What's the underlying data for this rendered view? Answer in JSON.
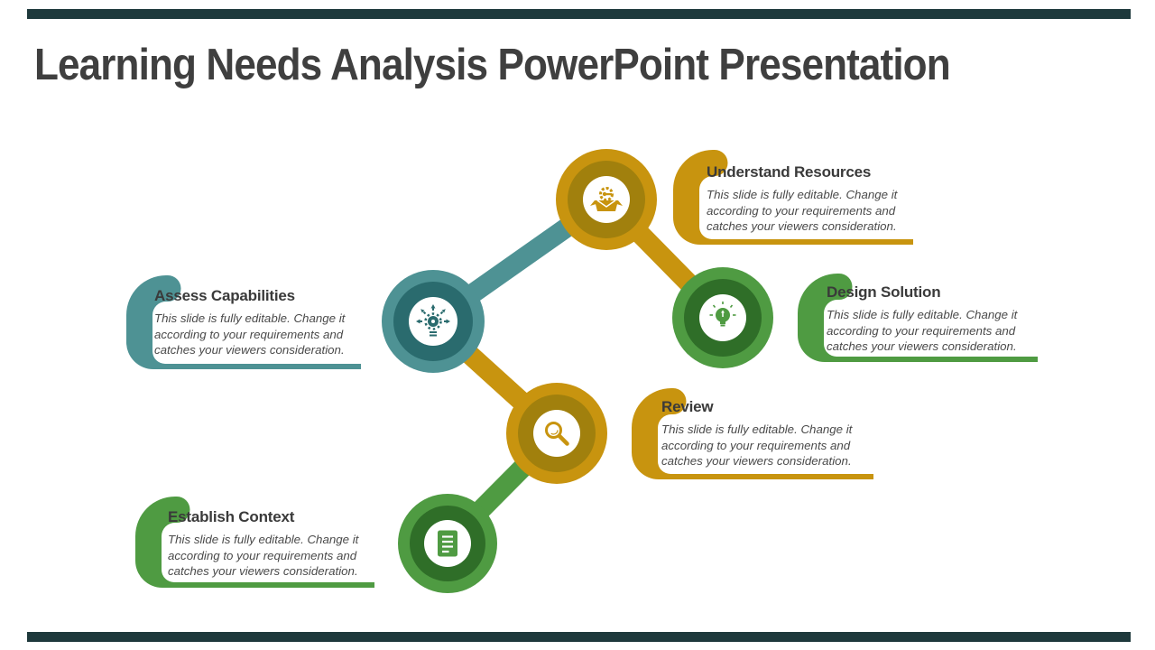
{
  "slide": {
    "title": "Learning Needs Analysis PowerPoint Presentation"
  },
  "colors": {
    "gold": "#C8940F",
    "gold_dark": "#A1800D",
    "teal": "#4E9294",
    "teal_dark": "#2A6B6E",
    "green": "#4F9B42",
    "green_dark": "#2F6E28",
    "accent_bar": "#1E393C",
    "title_text": "#3F3F3F",
    "heading_text": "#3A3A3A",
    "body_text": "#4A4A4A",
    "icon_canvas": "#FFFFFF"
  },
  "nodes": [
    {
      "label": "Understand Resources",
      "description": "This slide is fully editable. Change it according to your requirements and catches your viewers consideration.",
      "color": "gold",
      "icon": "open-box-gear-icon"
    },
    {
      "label": "Assess Capabilities",
      "description": "This slide is fully editable. Change it according to your requirements and catches your viewers consideration.",
      "color": "teal",
      "icon": "gear-arrows-icon"
    },
    {
      "label": "Design Solution",
      "description": "This slide is fully editable. Change it according to your requirements and catches your viewers consideration.",
      "color": "green",
      "icon": "lightbulb-icon"
    },
    {
      "label": "Review",
      "description": "This slide is fully editable. Change it according to your requirements and catches your viewers consideration.",
      "color": "gold",
      "icon": "magnifier-icon"
    },
    {
      "label": "Establish Context",
      "description": "This slide is fully editable. Change it according to your requirements and catches your viewers consideration.",
      "color": "green",
      "icon": "document-icon"
    }
  ]
}
